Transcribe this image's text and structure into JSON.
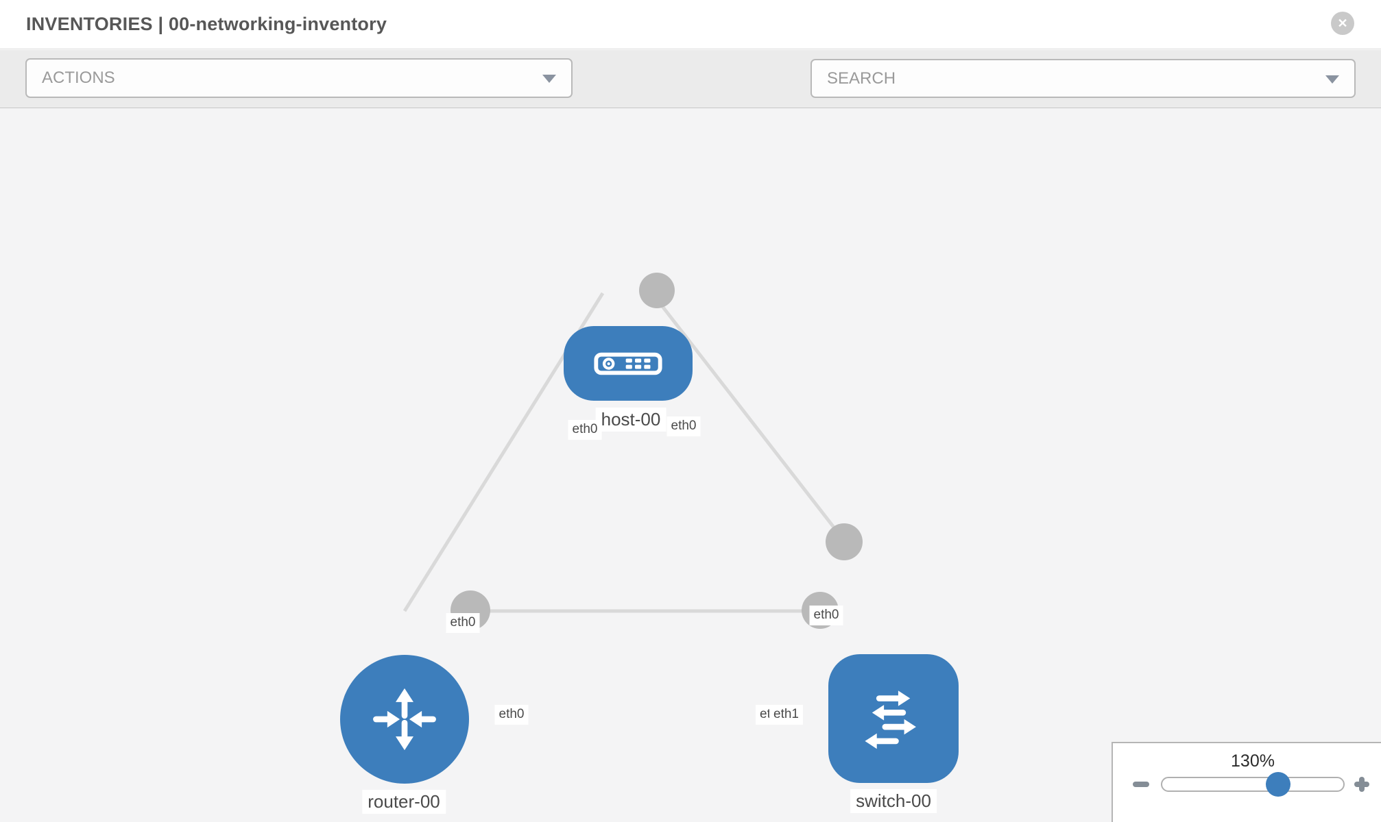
{
  "header": {
    "title": "INVENTORIES | 00-networking-inventory",
    "close_icon": "✕"
  },
  "toolbar": {
    "actions_label": "ACTIONS",
    "search_placeholder": "SEARCH",
    "icons": [
      "wrench-icon",
      "key-icon"
    ]
  },
  "colors": {
    "accent": "#3d7ebc",
    "edge": "#d9d9d9",
    "port": "#b9b9b9",
    "toolbar_bg": "#ebebeb",
    "canvas_bg": "#f4f4f5"
  },
  "topology": {
    "nodes": [
      {
        "id": "host-00",
        "type": "host",
        "label": "host-00"
      },
      {
        "id": "router-00",
        "type": "router",
        "label": "router-00"
      },
      {
        "id": "switch-00",
        "type": "switch",
        "label": "switch-00"
      }
    ],
    "links": [
      {
        "from": "router-00",
        "to": "host-00",
        "from_if": "eth0",
        "to_if": "eth0"
      },
      {
        "from": "host-00",
        "to": "switch-00",
        "from_if": "eth0",
        "to_if": "eth0"
      },
      {
        "from": "router-00",
        "to": "switch-00",
        "from_if": "eth0",
        "to_if": "eth1",
        "overlap_back_if": "eth0"
      }
    ]
  },
  "zoom_widget": {
    "level": "130%",
    "minus_icon": "minus",
    "plus_icon": "plus"
  }
}
